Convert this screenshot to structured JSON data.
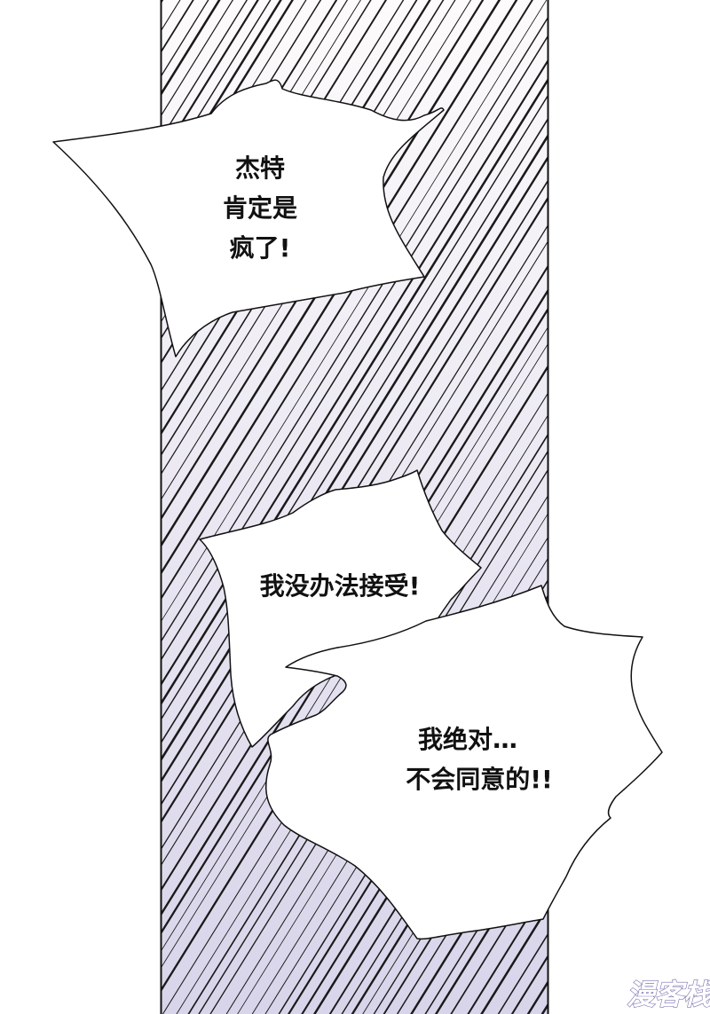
{
  "panel": {
    "background_top_color": "#fdfbfb",
    "background_bottom_color": "#d8d4ea",
    "hatch_color": "#1a1a1a",
    "border_color": "#111111"
  },
  "bubbles": [
    {
      "id": "bubble-1",
      "lines": [
        "杰特",
        "肯定是",
        "疯了!"
      ]
    },
    {
      "id": "bubble-2",
      "lines": [
        "我没办法接受!"
      ]
    },
    {
      "id": "bubble-3",
      "lines": [
        "我绝对…",
        "不会同意的!!"
      ]
    }
  ],
  "watermark": {
    "text": "漫客栈"
  }
}
